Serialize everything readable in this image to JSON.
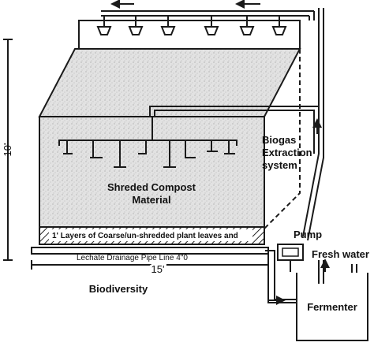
{
  "labels": {
    "height_dim": "10'",
    "width_dim": "15'",
    "biogas_line1": "Biogas",
    "biogas_line2": "Extraction",
    "biogas_line3": "system",
    "compost_line1": "Shreded Compost",
    "compost_line2": "Material",
    "coarse_layer": "1' Layers of Coarse/un-shredded plant leaves and",
    "leachate": "Lechate Drainage Pipe Line 4\"0",
    "pump": "Pump",
    "fresh_water": "Fresh water",
    "fermenter": "Fermenter",
    "biodiversity": "Biodiversity"
  },
  "colors": {
    "stroke": "#1a1a1a",
    "compost_fill": "#dcdcdc",
    "background": "#ffffff"
  },
  "icons": [
    "sprinkler-nozzle-icon",
    "flow-arrow-icon"
  ]
}
